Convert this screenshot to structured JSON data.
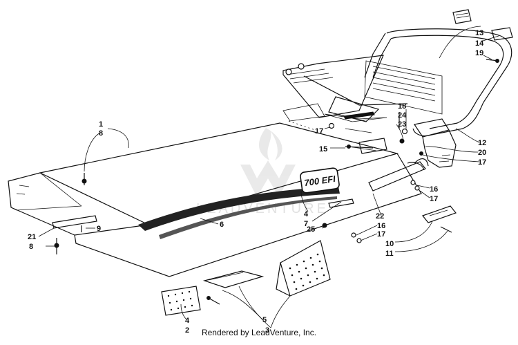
{
  "diagram": {
    "decal_text": "700 EFI",
    "credit": "Rendered by LeadVenture, Inc.",
    "watermark_text": "LEADVENTURE"
  },
  "callouts": [
    {
      "id": "c1",
      "text": "1"
    },
    {
      "id": "c8a",
      "text": "8"
    },
    {
      "id": "c13",
      "text": "13"
    },
    {
      "id": "c14",
      "text": "14"
    },
    {
      "id": "c19",
      "text": "19"
    },
    {
      "id": "c18",
      "text": "18"
    },
    {
      "id": "c24",
      "text": "24"
    },
    {
      "id": "c23",
      "text": "23"
    },
    {
      "id": "c17a",
      "text": "17"
    },
    {
      "id": "c15",
      "text": "15"
    },
    {
      "id": "c12",
      "text": "12"
    },
    {
      "id": "c20",
      "text": "20"
    },
    {
      "id": "c17b",
      "text": "17"
    },
    {
      "id": "c16a",
      "text": "16"
    },
    {
      "id": "c17c",
      "text": "17"
    },
    {
      "id": "c22",
      "text": "22"
    },
    {
      "id": "c4a",
      "text": "4"
    },
    {
      "id": "c7",
      "text": "7"
    },
    {
      "id": "c25",
      "text": "25"
    },
    {
      "id": "c16b",
      "text": "16"
    },
    {
      "id": "c17d",
      "text": "17"
    },
    {
      "id": "c10",
      "text": "10"
    },
    {
      "id": "c11",
      "text": "11"
    },
    {
      "id": "c6",
      "text": "6"
    },
    {
      "id": "c9",
      "text": "9"
    },
    {
      "id": "c21",
      "text": "21"
    },
    {
      "id": "c8b",
      "text": "8"
    },
    {
      "id": "c4b",
      "text": "4"
    },
    {
      "id": "c2",
      "text": "2"
    },
    {
      "id": "c5",
      "text": "5"
    },
    {
      "id": "c3",
      "text": "3"
    }
  ]
}
